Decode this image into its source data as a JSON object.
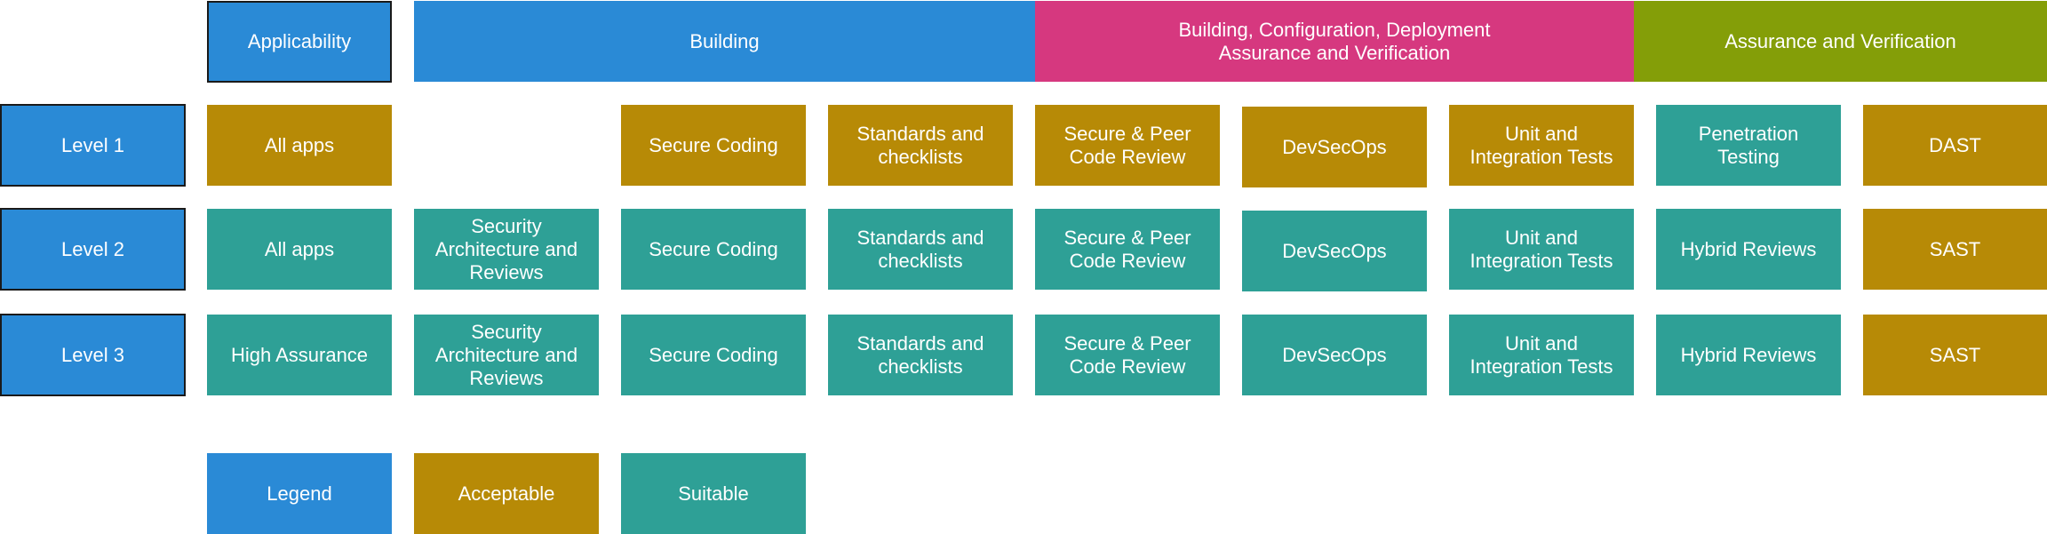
{
  "header": {
    "applicability": "Applicability",
    "building": "Building",
    "building_config": "Building, Configuration, Deployment\nAssurance and Verification",
    "assurance": "Assurance and Verification"
  },
  "levels": {
    "level1": {
      "label": "Level 1",
      "applicability": "All apps",
      "secure_coding": "Secure Coding",
      "standards": "Standards and\nchecklists",
      "peer_review": "Secure & Peer\nCode Review",
      "devsecops": "DevSecOps",
      "tests": "Unit and\nIntegration Tests",
      "verification": "Penetration\nTesting",
      "tool": "DAST"
    },
    "level2": {
      "label": "Level 2",
      "applicability": "All apps",
      "architecture": "Security\nArchitecture and\nReviews",
      "secure_coding": "Secure Coding",
      "standards": "Standards and\nchecklists",
      "peer_review": "Secure & Peer\nCode Review",
      "devsecops": "DevSecOps",
      "tests": "Unit and\nIntegration Tests",
      "verification": "Hybrid Reviews",
      "tool": "SAST"
    },
    "level3": {
      "label": "Level 3",
      "applicability": "High Assurance",
      "architecture": "Security\nArchitecture and\nReviews",
      "secure_coding": "Secure Coding",
      "standards": "Standards and\nchecklists",
      "peer_review": "Secure & Peer\nCode Review",
      "devsecops": "DevSecOps",
      "tests": "Unit and\nIntegration Tests",
      "verification": "Hybrid Reviews",
      "tool": "SAST"
    }
  },
  "legend": {
    "title": "Legend",
    "acceptable": "Acceptable",
    "suitable": "Suitable"
  },
  "colors": {
    "blue": "#2a8ad6",
    "pink": "#d6387f",
    "olive": "#849e08",
    "acceptable_gold": "#b78a06",
    "suitable_teal": "#2ea096"
  }
}
